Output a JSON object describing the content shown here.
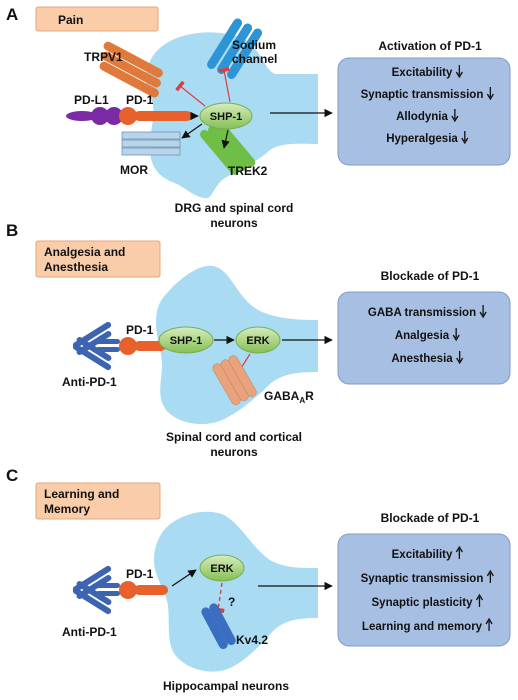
{
  "colors": {
    "neuron": "#a9dcf3",
    "tag_fill": "#f9cdaa",
    "tag_stroke": "#e9a57a",
    "box_fill": "#a7bfe2",
    "box_stroke": "#7f9cc9",
    "pd1": "#e8602b",
    "pdl1": "#7b2aa5",
    "trpv1": "#e07a3c",
    "sodium": "#2d95d6",
    "trek2": "#6fbe45",
    "mor": "#b9d4e8",
    "gaba": "#e8a37d",
    "kv42": "#3a6ec0",
    "antibody": "#3c64b0",
    "shp1": "#9ccf6a",
    "erk": "#9ccf6a",
    "inhibit": "#d84040"
  },
  "panels": [
    {
      "letter": "A",
      "tag": [
        "Pain"
      ],
      "labels": {
        "trpv1": "TRPV1",
        "sodium": [
          "Sodium",
          "channel"
        ],
        "pdl1": "PD-L1",
        "pd1": "PD-1",
        "shp1": "SHP-1",
        "mor": "MOR",
        "trek2": "TREK2"
      },
      "caption": [
        "DRG and spinal cord",
        "neurons"
      ],
      "effect_title": "Activation  of PD-1",
      "effects": [
        {
          "text": "Excitability",
          "arrow": "down"
        },
        {
          "text": "Synaptic transmission",
          "arrow": "down"
        },
        {
          "text": "Allodynia",
          "arrow": "down"
        },
        {
          "text": "Hyperalgesia",
          "arrow": "down"
        }
      ]
    },
    {
      "letter": "B",
      "tag": [
        "Analgesia and",
        "Anesthesia"
      ],
      "labels": {
        "pd1": "PD-1",
        "shp1": "SHP-1",
        "erk": "ERK",
        "gaba": "GABA",
        "gaba_sub": "A",
        "gaba_tail": "R",
        "antibody": "Anti-PD-1"
      },
      "caption": [
        "Spinal cord and cortical",
        "neurons"
      ],
      "effect_title": "Blockade of PD-1",
      "effects": [
        {
          "text": "GABA transmission",
          "arrow": "down"
        },
        {
          "text": "Analgesia",
          "arrow": "down"
        },
        {
          "text": "Anesthesia",
          "arrow": "down"
        }
      ]
    },
    {
      "letter": "C",
      "tag": [
        "Learning and",
        "Memory"
      ],
      "labels": {
        "pd1": "PD-1",
        "erk": "ERK",
        "question": "?",
        "kv42": "Kv4.2",
        "antibody": "Anti-PD-1"
      },
      "caption": [
        "Hippocampal neurons"
      ],
      "effect_title": "Blockade of PD-1",
      "effects": [
        {
          "text": "Excitability",
          "arrow": "up"
        },
        {
          "text": "Synaptic transmission",
          "arrow": "up"
        },
        {
          "text": "Synaptic plasticity",
          "arrow": "up"
        },
        {
          "text": "Learning and memory",
          "arrow": "up"
        }
      ]
    }
  ]
}
